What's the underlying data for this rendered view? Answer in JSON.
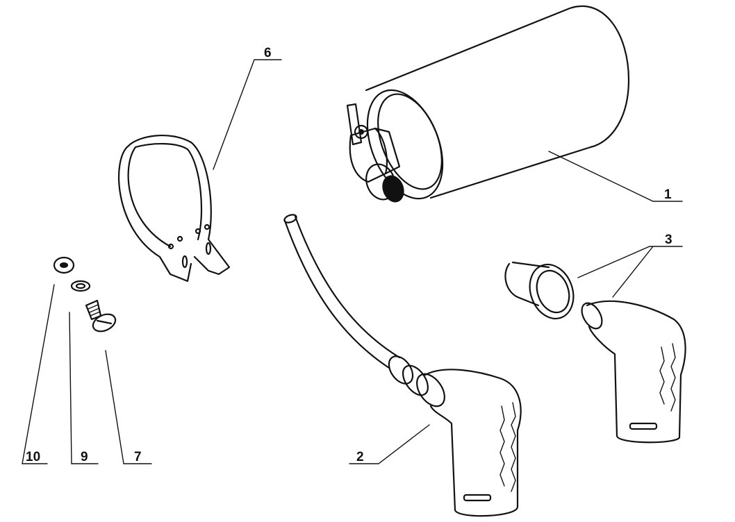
{
  "callouts": {
    "c1": "1",
    "c2": "2",
    "c3": "3",
    "c6": "6",
    "c7": "7",
    "c9": "9",
    "c10": "10"
  },
  "parts": {
    "coil": "ignition-coil",
    "lead": "ht-lead-with-cap",
    "cap_spare": "spark-plug-cap",
    "cap_boot": "rubber-boot",
    "clamp": "mounting-clamp",
    "screw": "screw",
    "washer": "washer",
    "nut": "nut"
  }
}
